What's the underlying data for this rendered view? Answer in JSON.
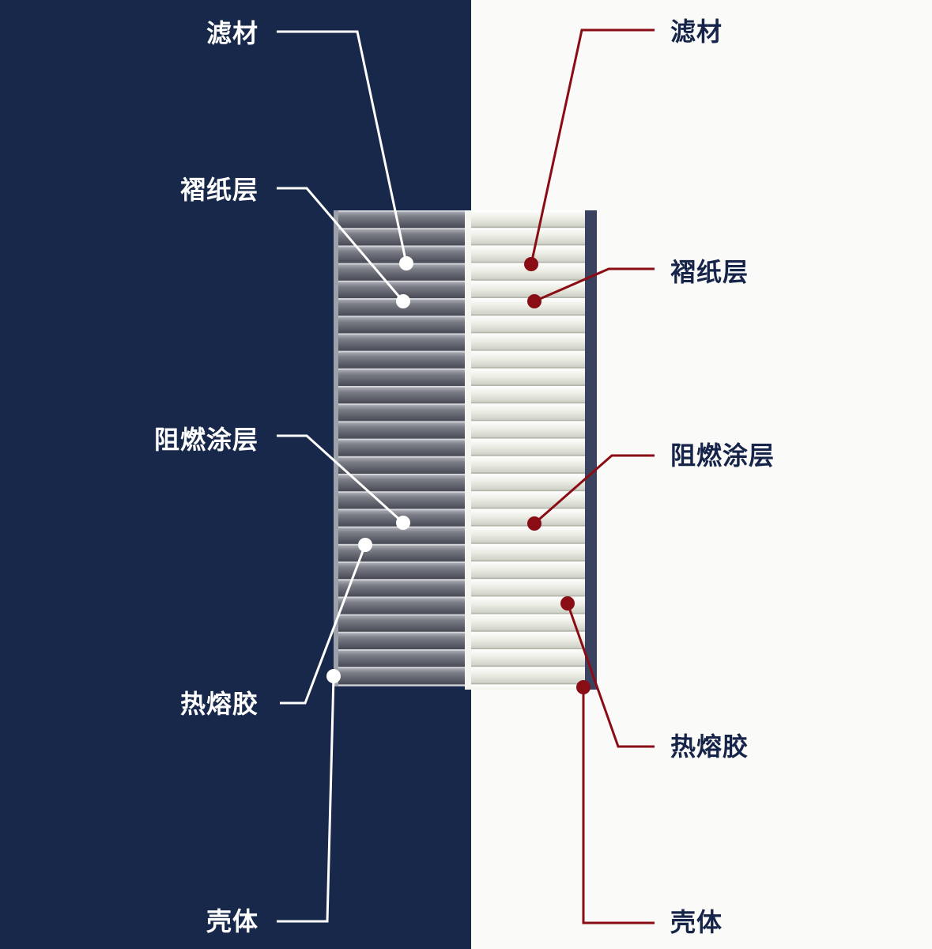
{
  "colors": {
    "left_background": "#17284a",
    "right_background": "#fafaf8",
    "left_callout": "#ffffff",
    "right_callout": "#8a0c14",
    "right_label_text": "#16244a",
    "carbon_media": "#6d7079",
    "white_media": "#e6e8df"
  },
  "left_labels": [
    {
      "text": "滤材"
    },
    {
      "text": "褶纸层"
    },
    {
      "text": "阻燃涂层"
    },
    {
      "text": "热熔胶"
    },
    {
      "text": "壳体"
    }
  ],
  "right_labels": [
    {
      "text": "滤材"
    },
    {
      "text": "褶纸层"
    },
    {
      "text": "阻燃涂层"
    },
    {
      "text": "热熔胶"
    },
    {
      "text": "壳体"
    }
  ]
}
